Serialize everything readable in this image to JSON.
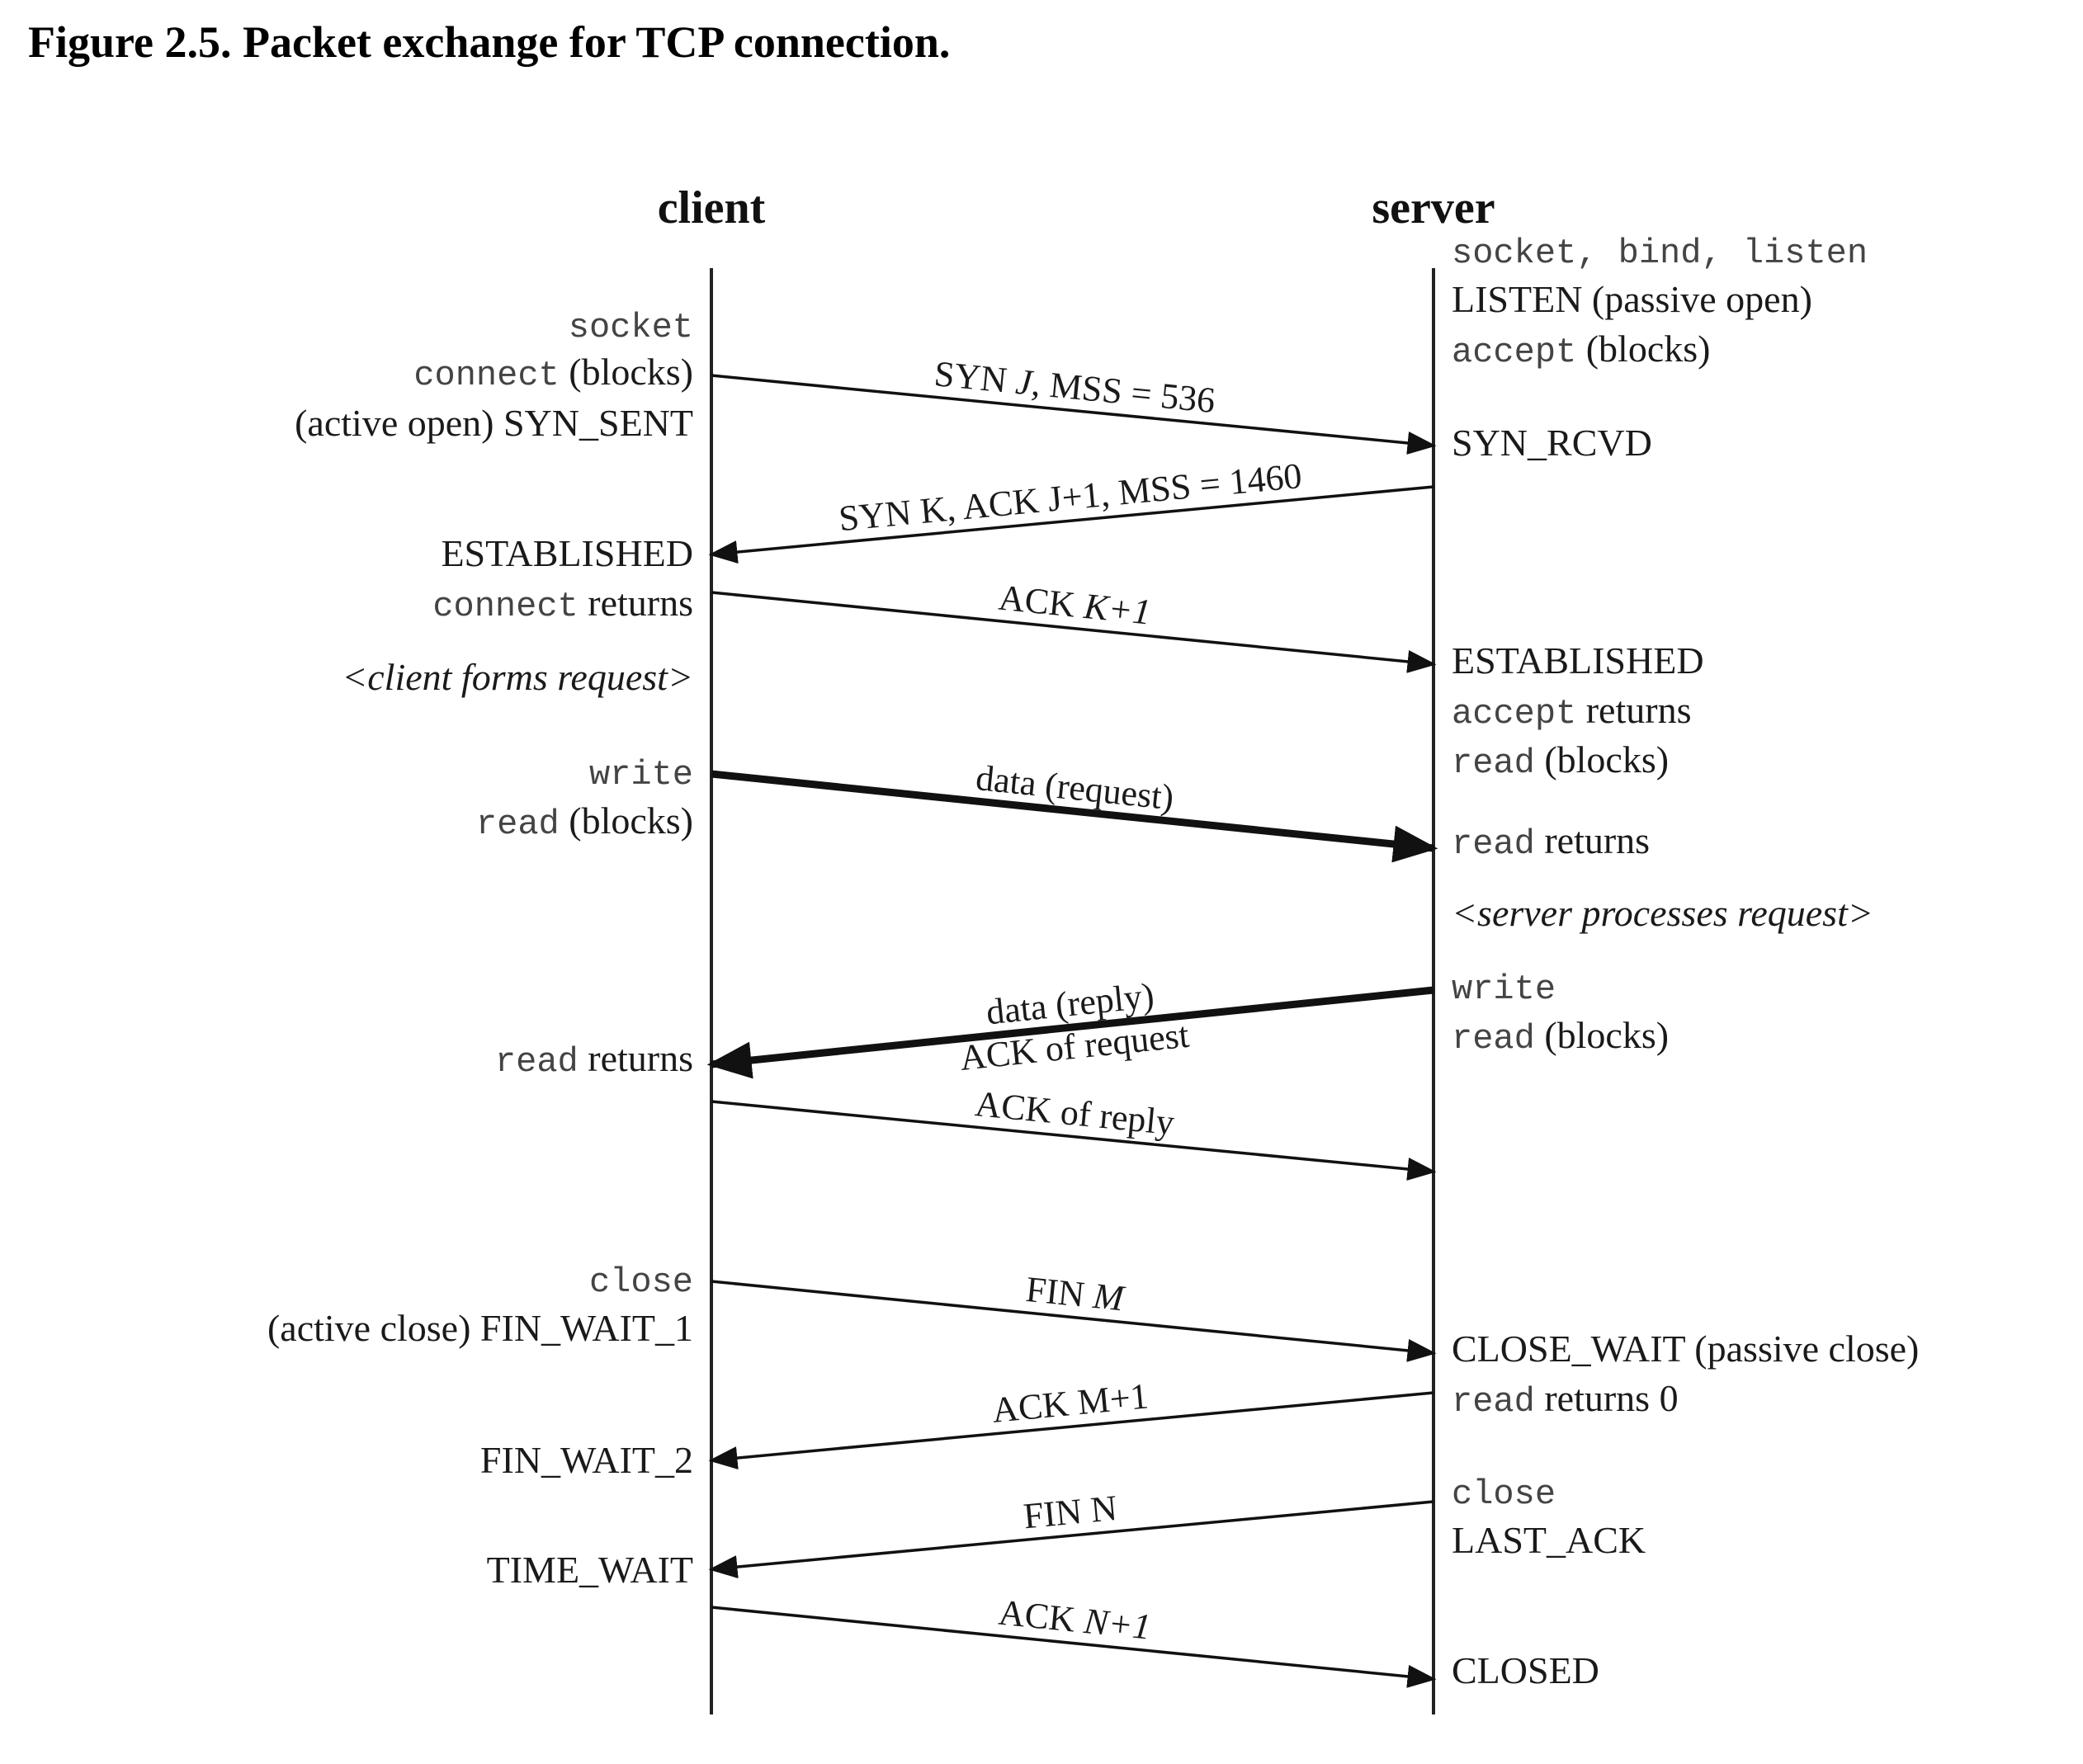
{
  "figure_title": "Figure 2.5. Packet exchange for TCP connection.",
  "lanes": {
    "client": "client",
    "server": "server"
  },
  "client_labels": [
    {
      "id": "c-socket",
      "parts": [
        {
          "t": "socket",
          "f": "mono"
        }
      ]
    },
    {
      "id": "c-connect",
      "parts": [
        {
          "t": "connect",
          "f": "mono"
        },
        {
          "t": " (blocks)",
          "f": "serif"
        }
      ]
    },
    {
      "id": "c-syn-sent",
      "parts": [
        {
          "t": "(active open)  SYN_SENT",
          "f": "serif"
        }
      ]
    },
    {
      "id": "c-established",
      "parts": [
        {
          "t": "ESTABLISHED",
          "f": "serif"
        }
      ]
    },
    {
      "id": "c-connect-returns",
      "parts": [
        {
          "t": "connect",
          "f": "mono"
        },
        {
          "t": " returns",
          "f": "serif"
        }
      ]
    },
    {
      "id": "c-forms-request",
      "parts": [
        {
          "t": "<client forms request>",
          "f": "italic"
        }
      ]
    },
    {
      "id": "c-write",
      "parts": [
        {
          "t": "write",
          "f": "mono"
        }
      ]
    },
    {
      "id": "c-read-blocks",
      "parts": [
        {
          "t": "read",
          "f": "mono"
        },
        {
          "t": " (blocks)",
          "f": "serif"
        }
      ]
    },
    {
      "id": "c-read-returns",
      "parts": [
        {
          "t": "read",
          "f": "mono"
        },
        {
          "t": " returns",
          "f": "serif"
        }
      ]
    },
    {
      "id": "c-close",
      "parts": [
        {
          "t": "close",
          "f": "mono"
        }
      ]
    },
    {
      "id": "c-fin-wait-1",
      "parts": [
        {
          "t": "(active close)  FIN_WAIT_1",
          "f": "serif"
        }
      ]
    },
    {
      "id": "c-fin-wait-2",
      "parts": [
        {
          "t": "FIN_WAIT_2",
          "f": "serif"
        }
      ]
    },
    {
      "id": "c-time-wait",
      "parts": [
        {
          "t": "TIME_WAIT",
          "f": "serif"
        }
      ]
    }
  ],
  "server_labels": [
    {
      "id": "s-socket-bind-listen",
      "parts": [
        {
          "t": "socket, bind, listen",
          "f": "mono"
        }
      ]
    },
    {
      "id": "s-listen",
      "parts": [
        {
          "t": "LISTEN  (passive open)",
          "f": "serif"
        }
      ]
    },
    {
      "id": "s-accept-blocks",
      "parts": [
        {
          "t": "accept",
          "f": "mono"
        },
        {
          "t": " (blocks)",
          "f": "serif"
        }
      ]
    },
    {
      "id": "s-syn-rcvd",
      "parts": [
        {
          "t": "SYN_RCVD",
          "f": "serif"
        }
      ]
    },
    {
      "id": "s-established",
      "parts": [
        {
          "t": "ESTABLISHED",
          "f": "serif"
        }
      ]
    },
    {
      "id": "s-accept-returns",
      "parts": [
        {
          "t": "accept",
          "f": "mono"
        },
        {
          "t": " returns",
          "f": "serif"
        }
      ]
    },
    {
      "id": "s-read-blocks-1",
      "parts": [
        {
          "t": "read",
          "f": "mono"
        },
        {
          "t": " (blocks)",
          "f": "serif"
        }
      ]
    },
    {
      "id": "s-read-returns",
      "parts": [
        {
          "t": "read",
          "f": "mono"
        },
        {
          "t": " returns",
          "f": "serif"
        }
      ]
    },
    {
      "id": "s-processes",
      "parts": [
        {
          "t": "<server processes request>",
          "f": "italic"
        }
      ]
    },
    {
      "id": "s-write",
      "parts": [
        {
          "t": "write",
          "f": "mono"
        }
      ]
    },
    {
      "id": "s-read-blocks-2",
      "parts": [
        {
          "t": "read",
          "f": "mono"
        },
        {
          "t": " (blocks)",
          "f": "serif"
        }
      ]
    },
    {
      "id": "s-close-wait",
      "parts": [
        {
          "t": "CLOSE_WAIT  (passive close)",
          "f": "serif"
        }
      ]
    },
    {
      "id": "s-read-returns-0",
      "parts": [
        {
          "t": "read",
          "f": "mono"
        },
        {
          "t": " returns 0",
          "f": "serif"
        }
      ]
    },
    {
      "id": "s-close",
      "parts": [
        {
          "t": "close",
          "f": "mono"
        }
      ]
    },
    {
      "id": "s-last-ack",
      "parts": [
        {
          "t": "LAST_ACK",
          "f": "serif"
        }
      ]
    },
    {
      "id": "s-closed",
      "parts": [
        {
          "t": "CLOSED",
          "f": "serif"
        }
      ]
    }
  ],
  "messages": [
    {
      "id": "msg-syn-j",
      "dir": "c2s",
      "bold": false,
      "labels": [
        [
          {
            "t": "SYN ",
            "f": "serif"
          },
          {
            "t": "J",
            "f": "italic"
          },
          {
            "t": ", MSS = 536",
            "f": "serif"
          }
        ]
      ]
    },
    {
      "id": "msg-syn-k",
      "dir": "s2c",
      "bold": false,
      "labels": [
        [
          {
            "t": "SYN K, ACK J+1, MSS = 1460",
            "f": "serif"
          }
        ]
      ]
    },
    {
      "id": "msg-ack-k1",
      "dir": "c2s",
      "bold": false,
      "labels": [
        [
          {
            "t": "ACK ",
            "f": "serif"
          },
          {
            "t": "K+1",
            "f": "italic"
          }
        ]
      ]
    },
    {
      "id": "msg-data-request",
      "dir": "c2s",
      "bold": true,
      "labels": [
        [
          {
            "t": "data (request)",
            "f": "serif"
          }
        ]
      ]
    },
    {
      "id": "msg-data-reply",
      "dir": "s2c",
      "bold": true,
      "labels": [
        [
          {
            "t": "data (reply)",
            "f": "serif"
          }
        ],
        [
          {
            "t": "ACK of request",
            "f": "serif"
          }
        ]
      ]
    },
    {
      "id": "msg-ack-reply",
      "dir": "c2s",
      "bold": false,
      "labels": [
        [
          {
            "t": "ACK of reply",
            "f": "serif"
          }
        ]
      ]
    },
    {
      "id": "msg-fin-m",
      "dir": "c2s",
      "bold": false,
      "labels": [
        [
          {
            "t": "FIN ",
            "f": "serif"
          },
          {
            "t": "M",
            "f": "italic"
          }
        ]
      ]
    },
    {
      "id": "msg-ack-m1",
      "dir": "s2c",
      "bold": false,
      "labels": [
        [
          {
            "t": "ACK M+1",
            "f": "serif"
          }
        ]
      ]
    },
    {
      "id": "msg-fin-n",
      "dir": "s2c",
      "bold": false,
      "labels": [
        [
          {
            "t": "FIN N",
            "f": "serif"
          }
        ]
      ]
    },
    {
      "id": "msg-ack-n1",
      "dir": "c2s",
      "bold": false,
      "labels": [
        [
          {
            "t": "ACK ",
            "f": "serif"
          },
          {
            "t": "N+1",
            "f": "italic"
          }
        ]
      ]
    }
  ]
}
